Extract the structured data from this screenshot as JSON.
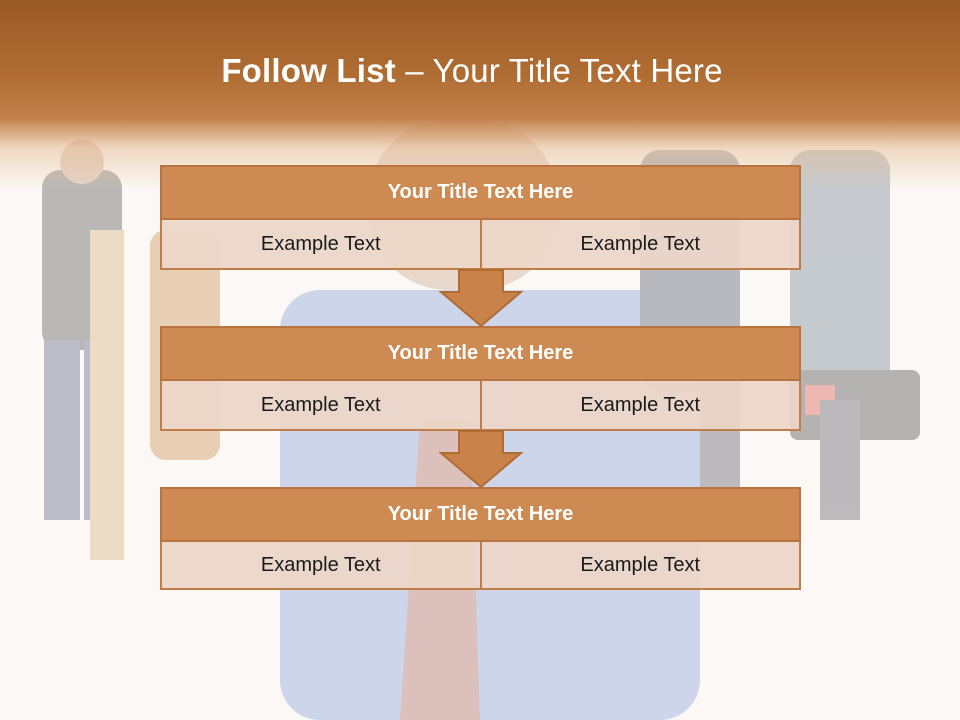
{
  "slide": {
    "title_bold": "Follow List",
    "title_rest": " – Your Title Text Here"
  },
  "blocks": [
    {
      "title": "Your Title Text Here",
      "left": "Example Text",
      "right": "Example Text"
    },
    {
      "title": "Your Title Text Here",
      "left": "Example Text",
      "right": "Example Text"
    },
    {
      "title": "Your Title Text Here",
      "left": "Example Text",
      "right": "Example Text"
    }
  ],
  "colors": {
    "header": "#b06d33",
    "block_title": "#cd8a52",
    "block_cell": "#ecd6c8",
    "arrow": "#c8824a"
  },
  "icons": [
    "down-arrow-icon",
    "down-arrow-icon"
  ]
}
